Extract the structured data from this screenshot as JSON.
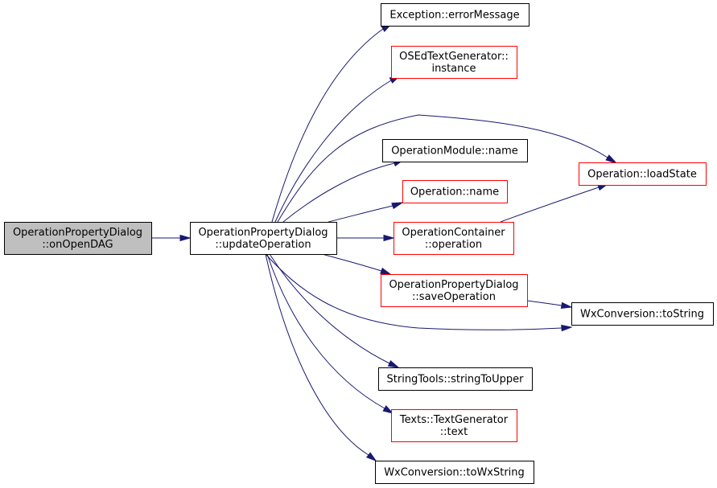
{
  "colors": {
    "edge": "#191970",
    "border_default": "#000000",
    "border_external": "#ff0000",
    "fill_root": "#bfbfbf",
    "fill_node": "#ffffff"
  },
  "nodes": {
    "on_open_dag": {
      "lines": [
        "OperationPropertyDialog",
        "::onOpenDAG"
      ],
      "style": "root"
    },
    "update_operation": {
      "lines": [
        "OperationPropertyDialog",
        "::updateOperation"
      ],
      "style": "default"
    },
    "error_message": {
      "lines": [
        "Exception::errorMessage"
      ],
      "style": "default"
    },
    "osed_instance": {
      "lines": [
        "OSEdTextGenerator::",
        "instance"
      ],
      "style": "external"
    },
    "load_state": {
      "lines": [
        "Operation::loadState"
      ],
      "style": "external"
    },
    "module_name": {
      "lines": [
        "OperationModule::name"
      ],
      "style": "default"
    },
    "operation_name": {
      "lines": [
        "Operation::name"
      ],
      "style": "external"
    },
    "container_operation": {
      "lines": [
        "OperationContainer",
        "::operation"
      ],
      "style": "external"
    },
    "save_operation": {
      "lines": [
        "OperationPropertyDialog",
        "::saveOperation"
      ],
      "style": "external"
    },
    "to_string": {
      "lines": [
        "WxConversion::toString"
      ],
      "style": "default"
    },
    "string_to_upper": {
      "lines": [
        "StringTools::stringToUpper"
      ],
      "style": "default"
    },
    "text_generator_text": {
      "lines": [
        "Texts::TextGenerator",
        "::text"
      ],
      "style": "external"
    },
    "to_wx_string": {
      "lines": [
        "WxConversion::toWxString"
      ],
      "style": "default"
    }
  },
  "edges": [
    {
      "from": "on_open_dag",
      "to": "update_operation"
    },
    {
      "from": "update_operation",
      "to": "error_message"
    },
    {
      "from": "update_operation",
      "to": "osed_instance"
    },
    {
      "from": "update_operation",
      "to": "load_state"
    },
    {
      "from": "update_operation",
      "to": "module_name"
    },
    {
      "from": "update_operation",
      "to": "operation_name"
    },
    {
      "from": "update_operation",
      "to": "container_operation"
    },
    {
      "from": "update_operation",
      "to": "save_operation"
    },
    {
      "from": "update_operation",
      "to": "to_string"
    },
    {
      "from": "update_operation",
      "to": "string_to_upper"
    },
    {
      "from": "update_operation",
      "to": "text_generator_text"
    },
    {
      "from": "update_operation",
      "to": "to_wx_string"
    },
    {
      "from": "container_operation",
      "to": "load_state"
    },
    {
      "from": "save_operation",
      "to": "to_string"
    }
  ]
}
